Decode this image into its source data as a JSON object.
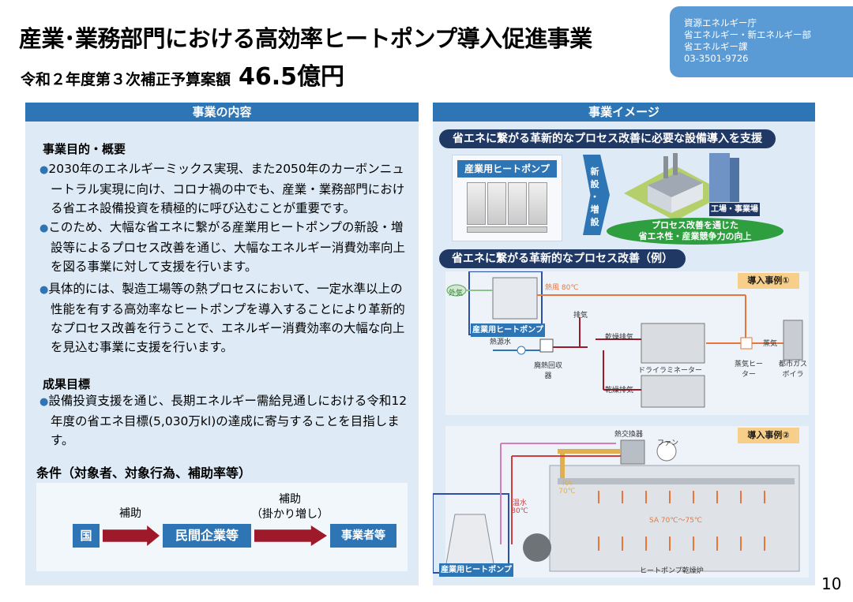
{
  "header": {
    "title": "産業･業務部門における高効率ヒートポンプ導入促進事業",
    "budget_label": "令和２年度第３次補正予算案額",
    "budget_amount": "46.5億円",
    "dept_lines": [
      "資源エネルギー庁",
      "省エネルギー・新エネルギー部",
      "省エネルギー課",
      "03-3501-9726"
    ]
  },
  "left": {
    "panel_title": "事業の内容",
    "purpose_title": "事業目的・概要",
    "purpose_bullets": [
      "2030年のエネルギーミックス実現、また2050年のカーボンニュートラル実現に向け、コロナ禍の中でも、産業・業務部門における省エネ設備投資を積極的に呼び込むことが重要です。",
      "このため、大幅な省エネに繋がる産業用ヒートポンプの新設・増設等によるプロセス改善を通じ、大幅なエネルギー消費効率向上を図る事業に対して支援を行います。",
      "具体的には、製造工場等の熱プロセスにおいて、一定水準以上の性能を有する高効率なヒートポンプを導入することにより革新的なプロセス改善を行うことで、エネルギー消費効率の大幅な向上を見込む事業に支援を行います。"
    ],
    "outcome_title": "成果目標",
    "outcome_bullets": [
      "設備投資支援を通じ、長期エネルギー需給見通しにおける令和12年度の省エネ目標(5,030万kl)の達成に寄与することを目指します。"
    ],
    "conditions_title": "条件（対象者、対象行為、補助率等）",
    "flow": {
      "node1": "国",
      "node2": "民間企業等",
      "node3": "事業者等",
      "arrow1_label": "補助",
      "arrow2_label_line1": "補助",
      "arrow2_label_line2": "（掛かり増し）"
    }
  },
  "right": {
    "panel_title": "事業イメージ",
    "support_heading": "省エネに繋がる革新的なプロセス改善に必要な設備導入を支援",
    "pump_label": "産業用ヒートポンプ",
    "arrow_text": [
      "新",
      "設",
      "・",
      "増",
      "設"
    ],
    "factory_label": "工場・事業場",
    "result_line1": "プロセス改善を通じた",
    "result_line2": "省エネ性・産業競争力の向上",
    "example_heading": "省エネに繋がる革新的なプロセス改善（例）",
    "case1": {
      "tag": "導入事例①",
      "outside_air": "外気",
      "hot_air": "熱風 80℃",
      "exhaust1": "排気",
      "dry_exhaust1": "乾燥排気",
      "dry_exhaust2": "乾燥排気",
      "pump_label": "産業用ヒートポンプ",
      "heat_source_water": "熱源水",
      "waste_heat_recovery": "廃熱回収器",
      "dry_laminator": "ドライラミネーター",
      "steam_heater": "蒸気ヒーター",
      "steam": "蒸気",
      "city_gas_boiler": "都市ガスボイラ"
    },
    "case2": {
      "tag": "導入事例②",
      "heat_exchanger": "熱交換器",
      "fan": "ファン",
      "ra": "RA 70℃",
      "hot_water": "温水 80℃",
      "sa": "SA 70℃〜75℃",
      "pump_label": "産業用ヒートポンプ",
      "dryer": "ヒートポンプ乾燥炉"
    }
  },
  "page_number": "10",
  "colors": {
    "primary_blue": "#2e75b6",
    "light_panel": "#deebf7",
    "navy": "#1f3864",
    "arrow_red": "#9e1a2a",
    "green": "#2e9e3f",
    "orange": "#e8763a"
  }
}
